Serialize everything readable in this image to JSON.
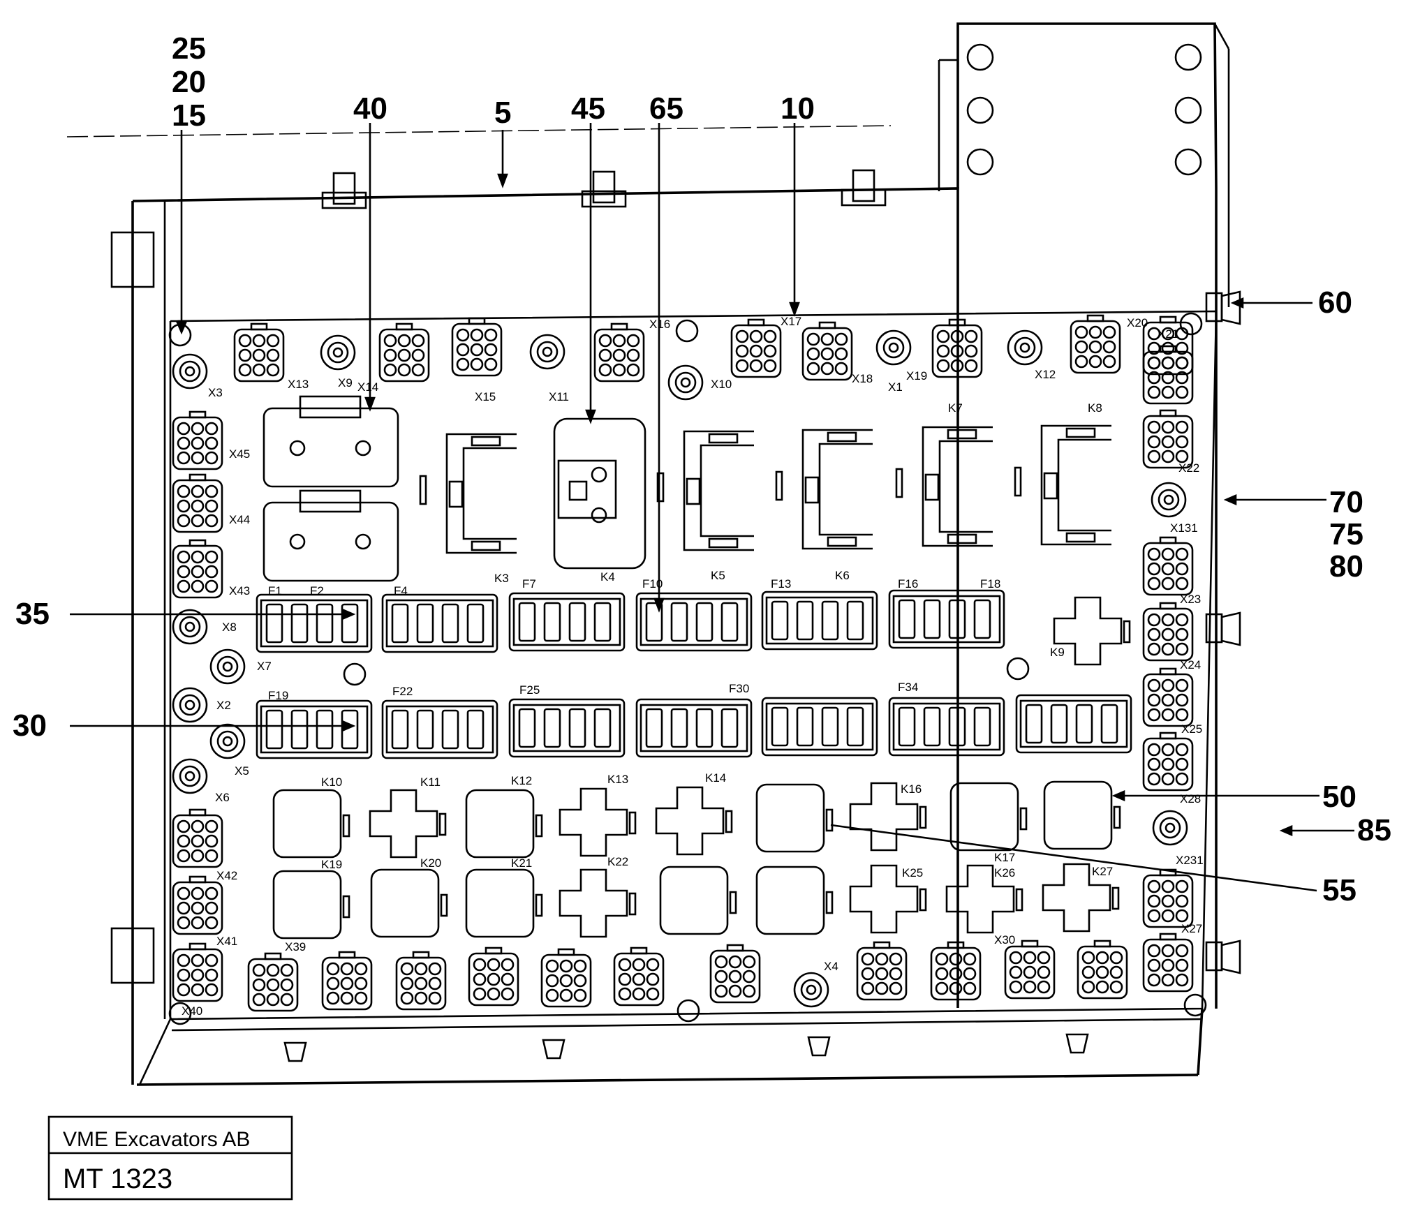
{
  "callouts": [
    {
      "id": "c25",
      "text": "25"
    },
    {
      "id": "c20",
      "text": "20"
    },
    {
      "id": "c15",
      "text": "15"
    },
    {
      "id": "c40",
      "text": "40"
    },
    {
      "id": "c5",
      "text": "5"
    },
    {
      "id": "c45",
      "text": "45"
    },
    {
      "id": "c65",
      "text": "65"
    },
    {
      "id": "c10",
      "text": "10"
    },
    {
      "id": "c60",
      "text": "60"
    },
    {
      "id": "c70",
      "text": "70"
    },
    {
      "id": "c75",
      "text": "75"
    },
    {
      "id": "c80",
      "text": "80"
    },
    {
      "id": "c35",
      "text": "35"
    },
    {
      "id": "c30",
      "text": "30"
    },
    {
      "id": "c50",
      "text": "50"
    },
    {
      "id": "c85",
      "text": "85"
    },
    {
      "id": "c55",
      "text": "55"
    }
  ],
  "components": {
    "connectors_top": [
      "X3",
      "X13",
      "X9",
      "X14",
      "X15",
      "X11",
      "X16",
      "X10",
      "X17",
      "X18",
      "X19",
      "X1",
      "X12",
      "X20",
      "X21"
    ],
    "connectors_left": [
      "X45",
      "X44",
      "X43",
      "X8",
      "X7",
      "X2",
      "X5",
      "X6",
      "X42",
      "X41",
      "X40"
    ],
    "connectors_right": [
      "X22",
      "X131",
      "X23",
      "X24",
      "X25",
      "X28",
      "X231",
      "X27"
    ],
    "connectors_bottom": [
      "X39",
      "X4",
      "X30"
    ],
    "relays_top": [
      "K3",
      "K4",
      "K5",
      "K6",
      "K7",
      "K8",
      "K9"
    ],
    "relays_bottom_row1": [
      "K10",
      "K11",
      "K12",
      "K13",
      "K14",
      "K16",
      "K17"
    ],
    "relays_bottom_row2": [
      "K19",
      "K20",
      "K21",
      "K22",
      "K25",
      "K26",
      "K27"
    ],
    "fuses_row1": [
      "F1",
      "F2",
      "F4",
      "F7",
      "F10",
      "F13",
      "F16",
      "F18"
    ],
    "fuses_row2": [
      "F19",
      "F22",
      "F25",
      "F30",
      "F34"
    ]
  },
  "title_block": {
    "company": "VME Excavators AB",
    "drawing_number": "MT 1323"
  }
}
